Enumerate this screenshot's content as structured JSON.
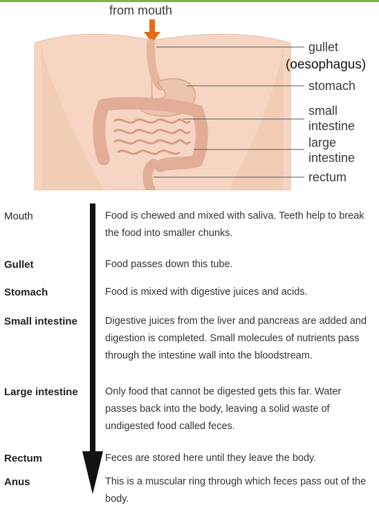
{
  "diagram": {
    "labels": {
      "from_mouth": "from mouth",
      "gullet": "gullet",
      "oesophagus": "(oesophagus)",
      "stomach": "stomach",
      "small_intestine_1": "small",
      "small_intestine_2": "intestine",
      "large_intestine_1": "large",
      "large_intestine_2": "intestine",
      "rectum": "rectum"
    },
    "colors": {
      "accent_rule": "#7cb342",
      "arrow_orange": "#e36c1a",
      "skin": "#f4cfb7",
      "organ": "#e8b8a3"
    }
  },
  "steps": [
    {
      "organ": "Mouth",
      "bold": false,
      "description": "Food is chewed and mixed with saliva. Teeth help to break the food into smaller chunks."
    },
    {
      "organ": "Gullet",
      "bold": true,
      "description": "Food passes down this tube."
    },
    {
      "organ": "Stomach",
      "bold": true,
      "description": "Food is mixed with digestive juices and acids."
    },
    {
      "organ": "Small intestine",
      "bold": true,
      "description": "Digestive juices from the liver and pancreas are added and digestion is completed. Small molecules of nutrients pass through the intestine wall into the bloodstream."
    },
    {
      "organ": "Large intestine",
      "bold": true,
      "description": "Only food that cannot be digested gets this far. Water passes back into the body, leaving a solid waste of undigested food called feces."
    },
    {
      "organ": "Rectum",
      "bold": true,
      "description": "Feces are stored here until they leave the body."
    },
    {
      "organ": "Anus",
      "bold": true,
      "description": "This is a muscular ring through which feces pass out of the body."
    }
  ]
}
